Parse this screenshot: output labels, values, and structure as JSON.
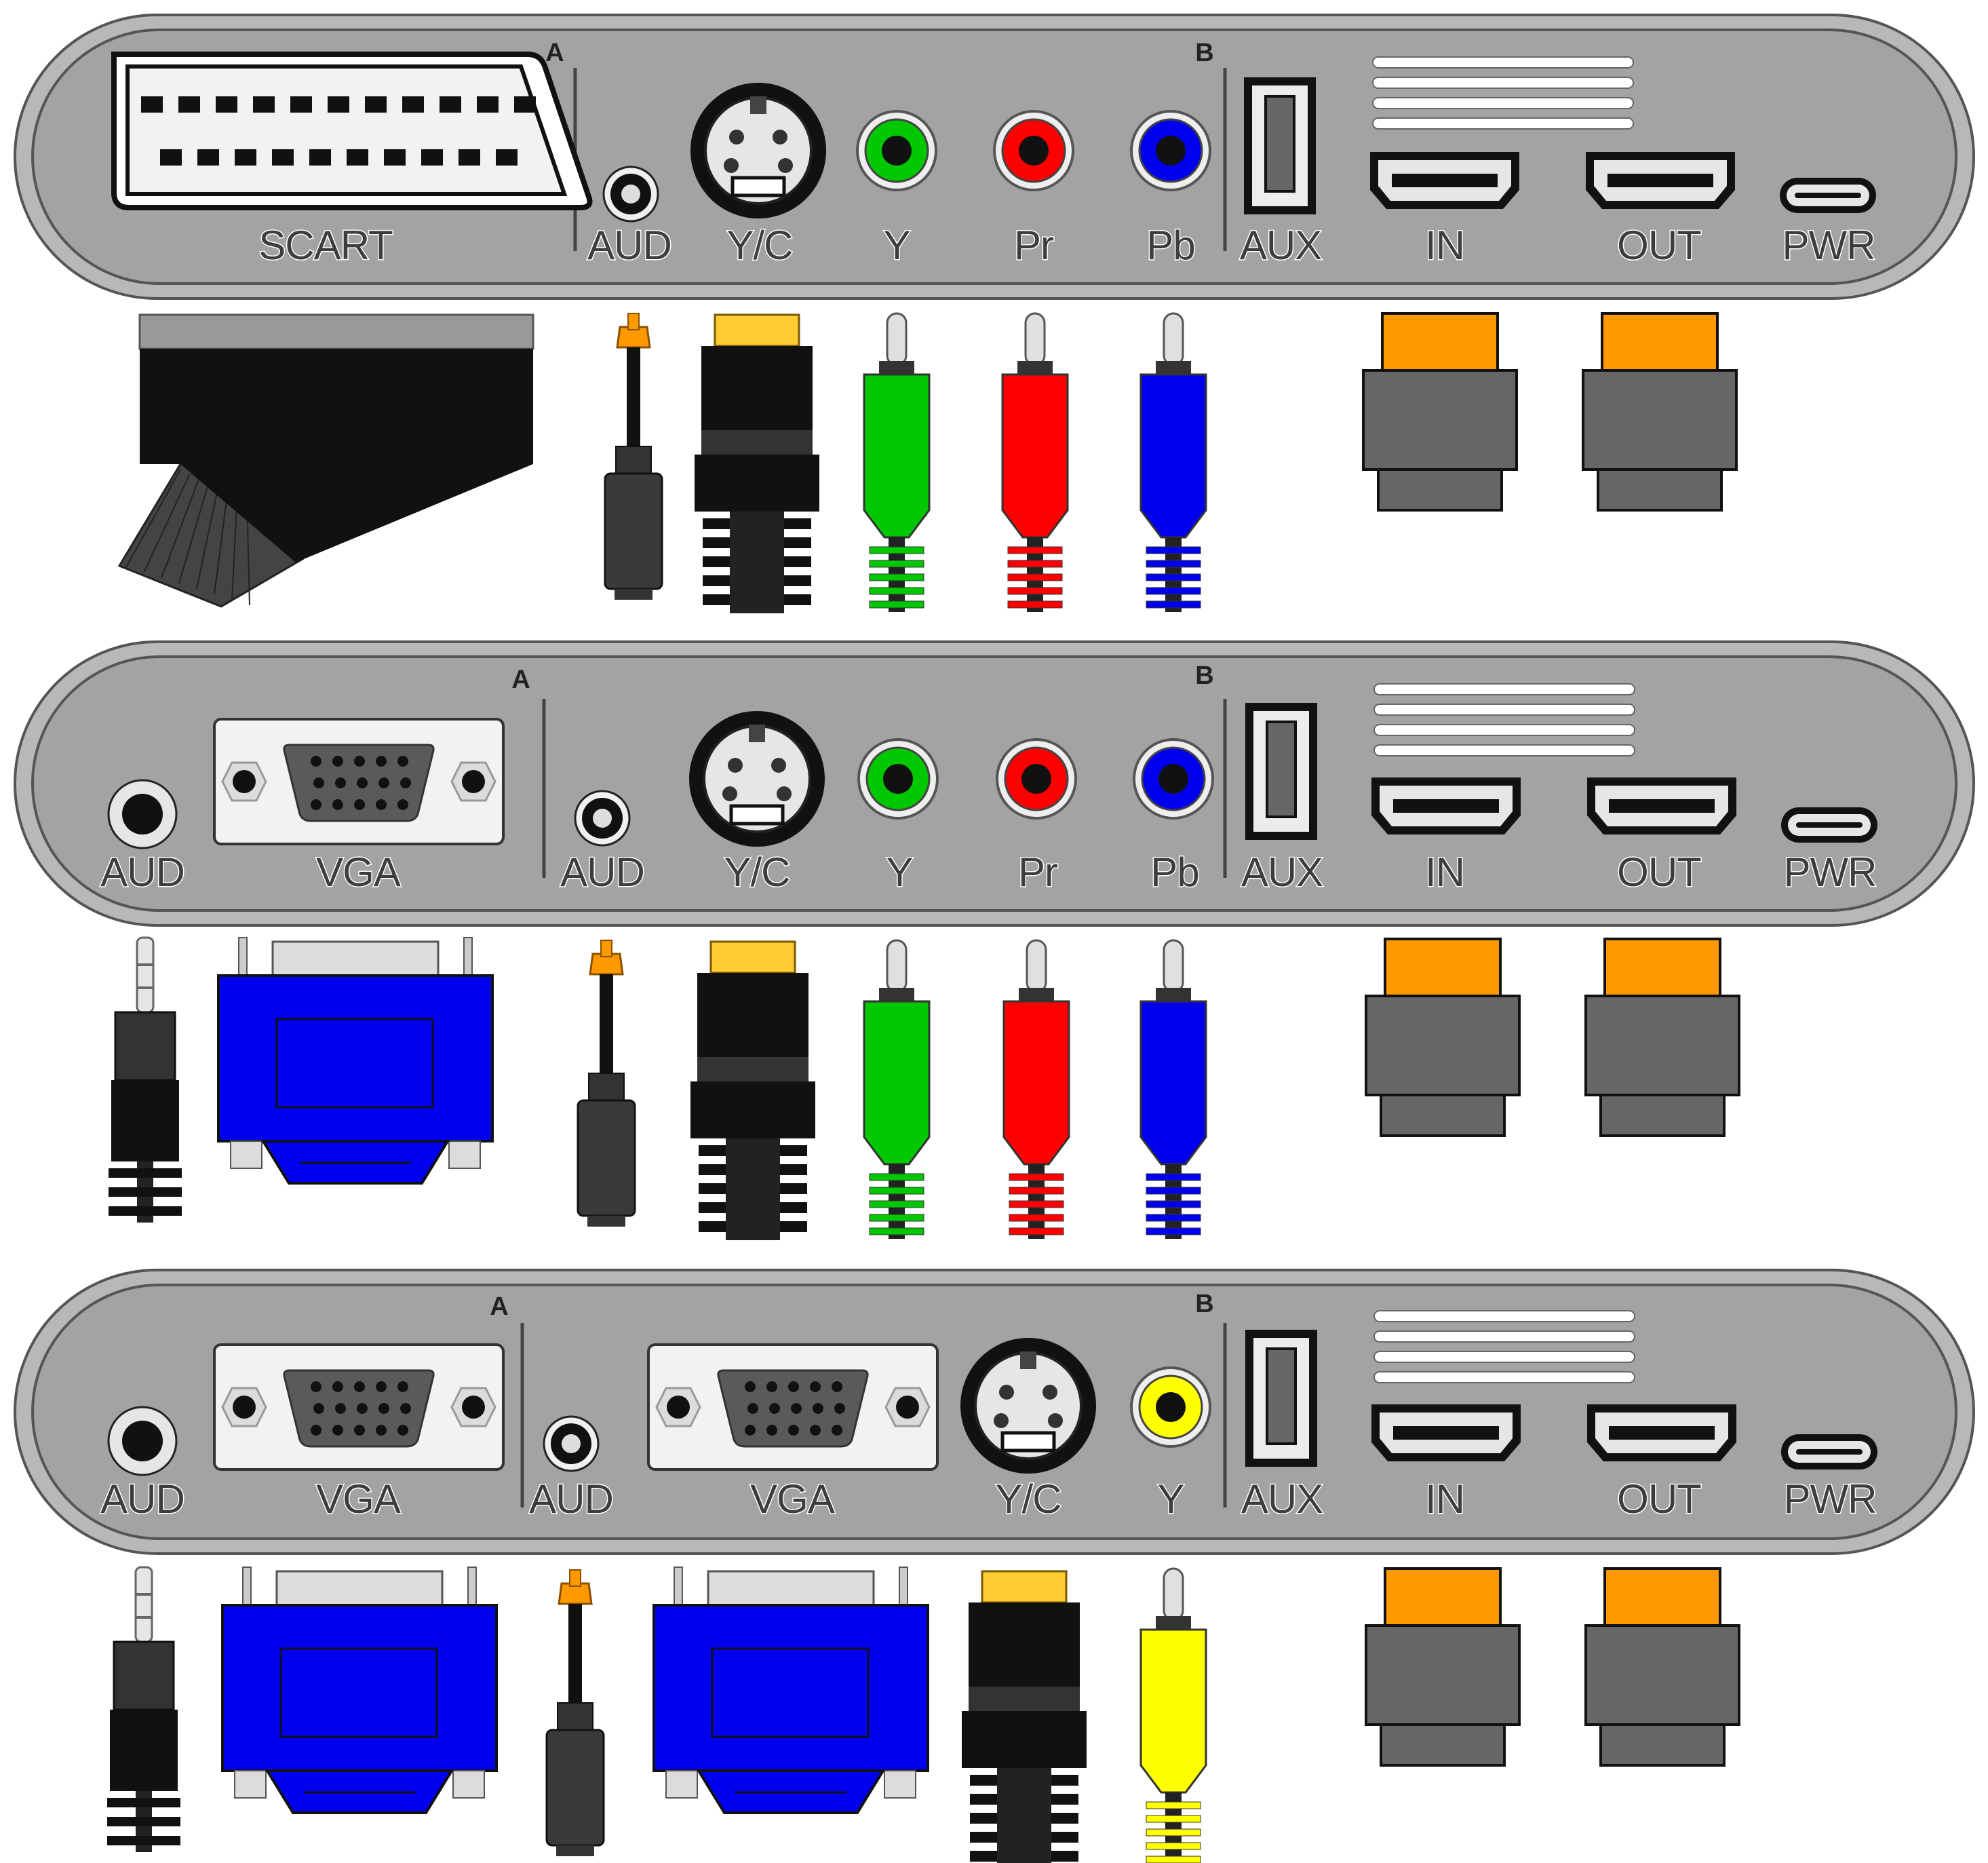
{
  "colors": {
    "panel": "#a3a3a3",
    "green": "#00c800",
    "red": "#ff0000",
    "blue": "#0000ee",
    "yellow": "#ffff00",
    "orange": "#ff9900",
    "gold": "#ffcc33",
    "hdmi_body": "#666666"
  },
  "panels": [
    {
      "id": "panel-1",
      "section_a": "A",
      "section_b": "B",
      "ports": [
        {
          "label": "SCART",
          "icon": "scart-port-icon"
        },
        {
          "label": "AUD",
          "icon": "optical-audio-port-icon"
        },
        {
          "label": "Y/C",
          "icon": "svideo-port-icon"
        },
        {
          "label": "Y",
          "icon": "rca-green-port-icon"
        },
        {
          "label": "Pr",
          "icon": "rca-red-port-icon"
        },
        {
          "label": "Pb",
          "icon": "rca-blue-port-icon"
        },
        {
          "label": "AUX",
          "icon": "usb-port-icon"
        },
        {
          "label": "IN",
          "icon": "hdmi-in-port-icon"
        },
        {
          "label": "OUT",
          "icon": "hdmi-out-port-icon"
        },
        {
          "label": "PWR",
          "icon": "usbc-power-port-icon"
        }
      ]
    },
    {
      "id": "panel-2",
      "section_a": "A",
      "section_b": "B",
      "ports": [
        {
          "label": "AUD",
          "icon": "jack-3-5mm-port-icon"
        },
        {
          "label": "VGA",
          "icon": "vga-port-icon"
        },
        {
          "label": "AUD",
          "icon": "optical-audio-port-icon"
        },
        {
          "label": "Y/C",
          "icon": "svideo-port-icon"
        },
        {
          "label": "Y",
          "icon": "rca-green-port-icon"
        },
        {
          "label": "Pr",
          "icon": "rca-red-port-icon"
        },
        {
          "label": "Pb",
          "icon": "rca-blue-port-icon"
        },
        {
          "label": "AUX",
          "icon": "usb-port-icon"
        },
        {
          "label": "IN",
          "icon": "hdmi-in-port-icon"
        },
        {
          "label": "OUT",
          "icon": "hdmi-out-port-icon"
        },
        {
          "label": "PWR",
          "icon": "usbc-power-port-icon"
        }
      ]
    },
    {
      "id": "panel-3",
      "section_a": "A",
      "section_b": "B",
      "ports": [
        {
          "label": "AUD",
          "icon": "jack-3-5mm-port-icon"
        },
        {
          "label": "VGA",
          "icon": "vga-port-icon"
        },
        {
          "label": "AUD",
          "icon": "optical-audio-port-icon"
        },
        {
          "label": "VGA",
          "icon": "vga-port-icon"
        },
        {
          "label": "Y/C",
          "icon": "svideo-port-icon"
        },
        {
          "label": "Y",
          "icon": "rca-yellow-port-icon"
        },
        {
          "label": "AUX",
          "icon": "usb-port-icon"
        },
        {
          "label": "IN",
          "icon": "hdmi-in-port-icon"
        },
        {
          "label": "OUT",
          "icon": "hdmi-out-port-icon"
        },
        {
          "label": "PWR",
          "icon": "usbc-power-port-icon"
        }
      ]
    }
  ],
  "plugs": {
    "row1": [
      "scart-plug-icon",
      "optical-plug-icon",
      "svideo-plug-icon",
      "rca-green-plug-icon",
      "rca-red-plug-icon",
      "rca-blue-plug-icon",
      "hdmi-plug-icon",
      "hdmi-plug-icon"
    ],
    "row2": [
      "jack-plug-icon",
      "vga-plug-icon",
      "optical-plug-icon",
      "svideo-plug-icon",
      "rca-green-plug-icon",
      "rca-red-plug-icon",
      "rca-blue-plug-icon",
      "hdmi-plug-icon",
      "hdmi-plug-icon"
    ],
    "row3": [
      "jack-plug-icon",
      "vga-plug-icon",
      "optical-plug-icon",
      "vga-plug-icon",
      "svideo-plug-icon",
      "rca-yellow-plug-icon",
      "hdmi-plug-icon",
      "hdmi-plug-icon"
    ]
  }
}
